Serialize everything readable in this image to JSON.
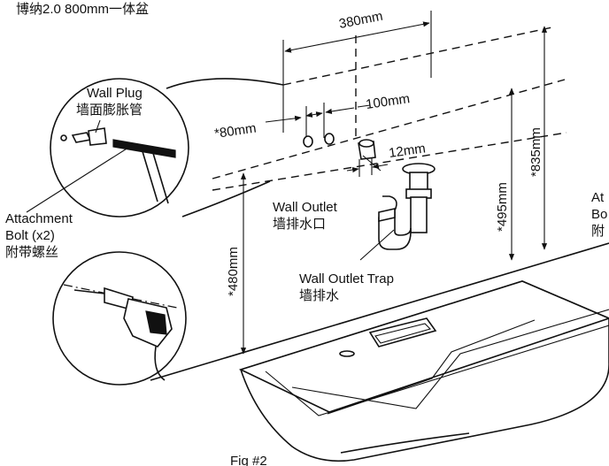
{
  "title": "博纳2.0  800mm一体盆",
  "figure_label": "Fig #2",
  "callouts": {
    "wall_plug_en": "Wall Plug",
    "wall_plug_cn": "墙面膨胀管",
    "attachment_bolt_en": "Attachment",
    "attachment_bolt_en2": "Bolt (x2)",
    "attachment_bolt_cn": "附带螺丝",
    "wall_outlet_en": "Wall Outlet",
    "wall_outlet_cn": "墙排水口",
    "wall_outlet_trap_en": "Wall Outlet Trap",
    "wall_outlet_trap_cn": "墙排水",
    "cut_at": "At",
    "cut_bo": "Bo",
    "cut_fu": "附"
  },
  "dimensions": {
    "width_380": "380mm",
    "offset_100": "100mm",
    "offset_80": "*80mm",
    "offset_12": "12mm",
    "height_495": "*495mm",
    "height_835": "*835mm",
    "height_480": "*480mm"
  }
}
